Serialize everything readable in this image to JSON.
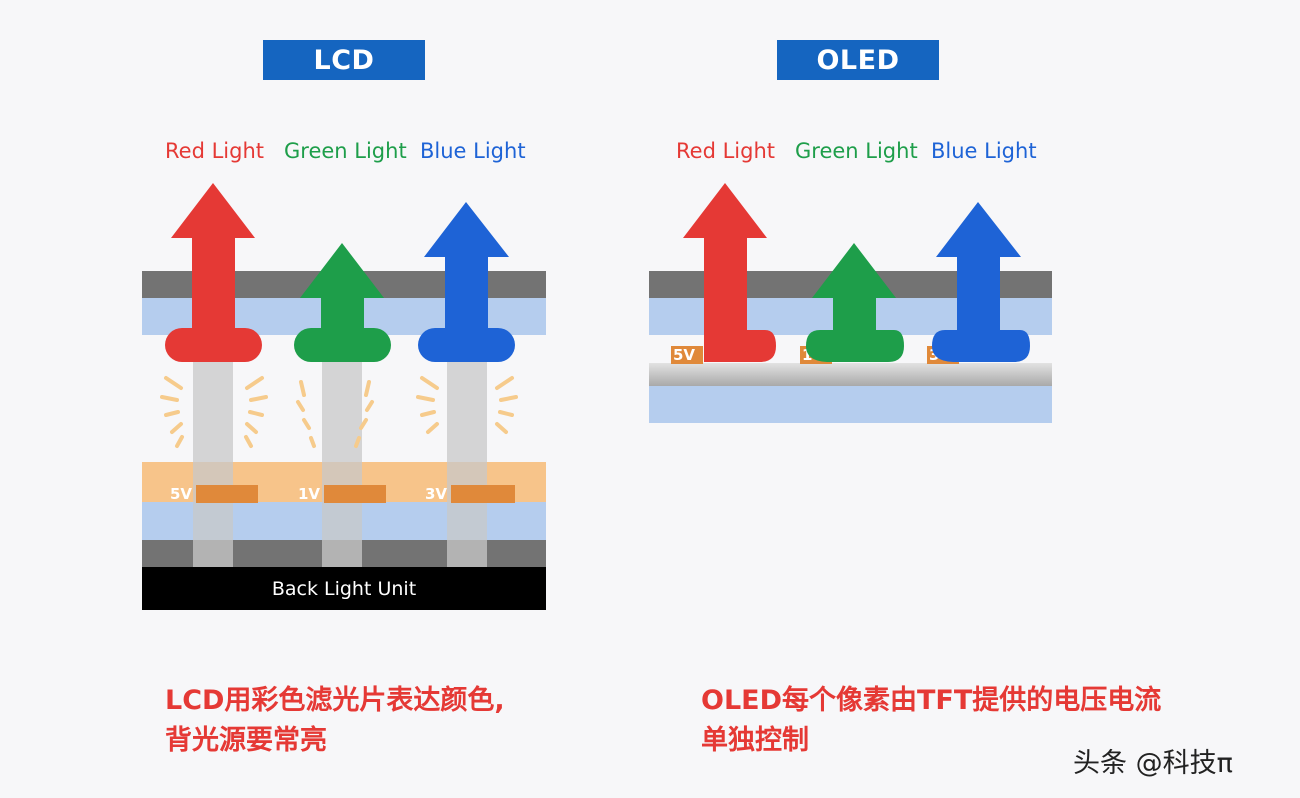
{
  "lcd": {
    "title": "LCD",
    "labels": {
      "red": "Red Light",
      "green": "Green Light",
      "blue": "Blue Light"
    },
    "voltages": {
      "red": "5V",
      "green": "1V",
      "blue": "3V"
    },
    "backlight": "Back Light Unit",
    "caption_line1": "LCD用彩色滤光片表达颜色,",
    "caption_line2": "背光源要常亮"
  },
  "oled": {
    "title": "OLED",
    "labels": {
      "red": "Red Light",
      "green": "Green Light",
      "blue": "Blue Light"
    },
    "voltages": {
      "red": "5V",
      "green": "1V",
      "blue": "3V"
    },
    "caption_line1": "OLED每个像素由TFT提供的电压电流",
    "caption_line2": "单独控制"
  },
  "watermark": "头条 @科技π",
  "colors": {
    "title_bg": "#1565c0",
    "red": "#e53935",
    "green": "#1e9e4a",
    "blue": "#1e63d6",
    "dark_gray": "#737373",
    "light_blue": "#b5cdee",
    "orange": "#f7c48a",
    "volt_chip": "#e0893a",
    "caption": "#e53935"
  }
}
